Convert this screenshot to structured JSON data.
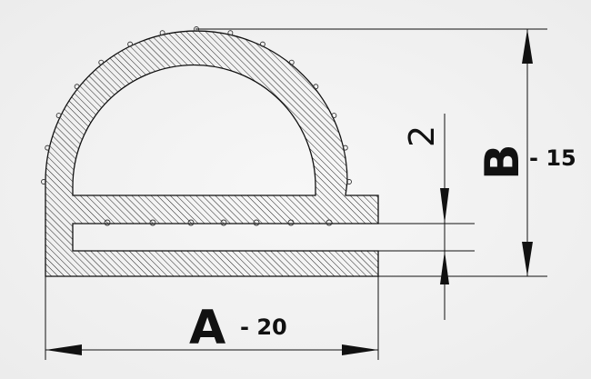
{
  "drawing": {
    "dimension_a": {
      "letter": "A",
      "value": "- 20"
    },
    "dimension_b": {
      "letter": "B",
      "value": "- 15"
    },
    "dimension_slot": {
      "value": "2"
    }
  },
  "colors": {
    "line": "#111111",
    "background": "#efefef"
  }
}
